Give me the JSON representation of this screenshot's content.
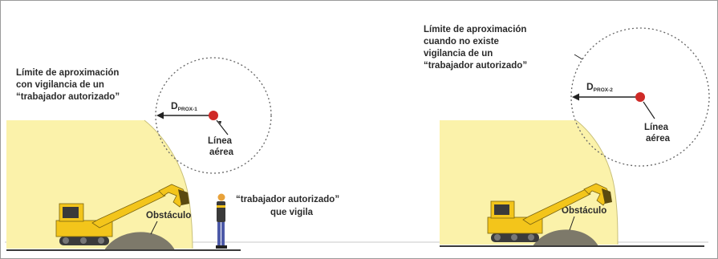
{
  "left_panel": {
    "label_limit_lines": [
      "Límite de aproximación",
      "con vigilancia de un",
      "“trabajador autorizado”"
    ],
    "distance_symbol": "D",
    "distance_subscript": "PROX-1",
    "line_label_lines": [
      "Línea",
      "aérea"
    ],
    "obstacle_label": "Obstáculo",
    "worker_label_lines": [
      "“trabajador autorizado”",
      "que vigila"
    ]
  },
  "right_panel": {
    "label_limit_lines": [
      "Límite de aproximación",
      "cuando no existe",
      "vigilancia de un",
      "“trabajador autorizado”"
    ],
    "distance_symbol": "D",
    "distance_subscript": "PROX-2",
    "line_label_lines": [
      "Línea",
      "aérea"
    ],
    "obstacle_label": "Obstáculo"
  },
  "colors": {
    "zone_fill": "#fbf2aa",
    "zone_edge": "#c9c07a",
    "overhead_line": "#cf2a27",
    "excavator_yellow": "#f3c51b",
    "obstacle": "#7d796a",
    "ground": "#3a3a3a",
    "frame": "#9a9a9a"
  },
  "icons": [
    "excavator-icon",
    "worker-icon",
    "overhead-line-point-icon",
    "arrow-left-icon"
  ]
}
